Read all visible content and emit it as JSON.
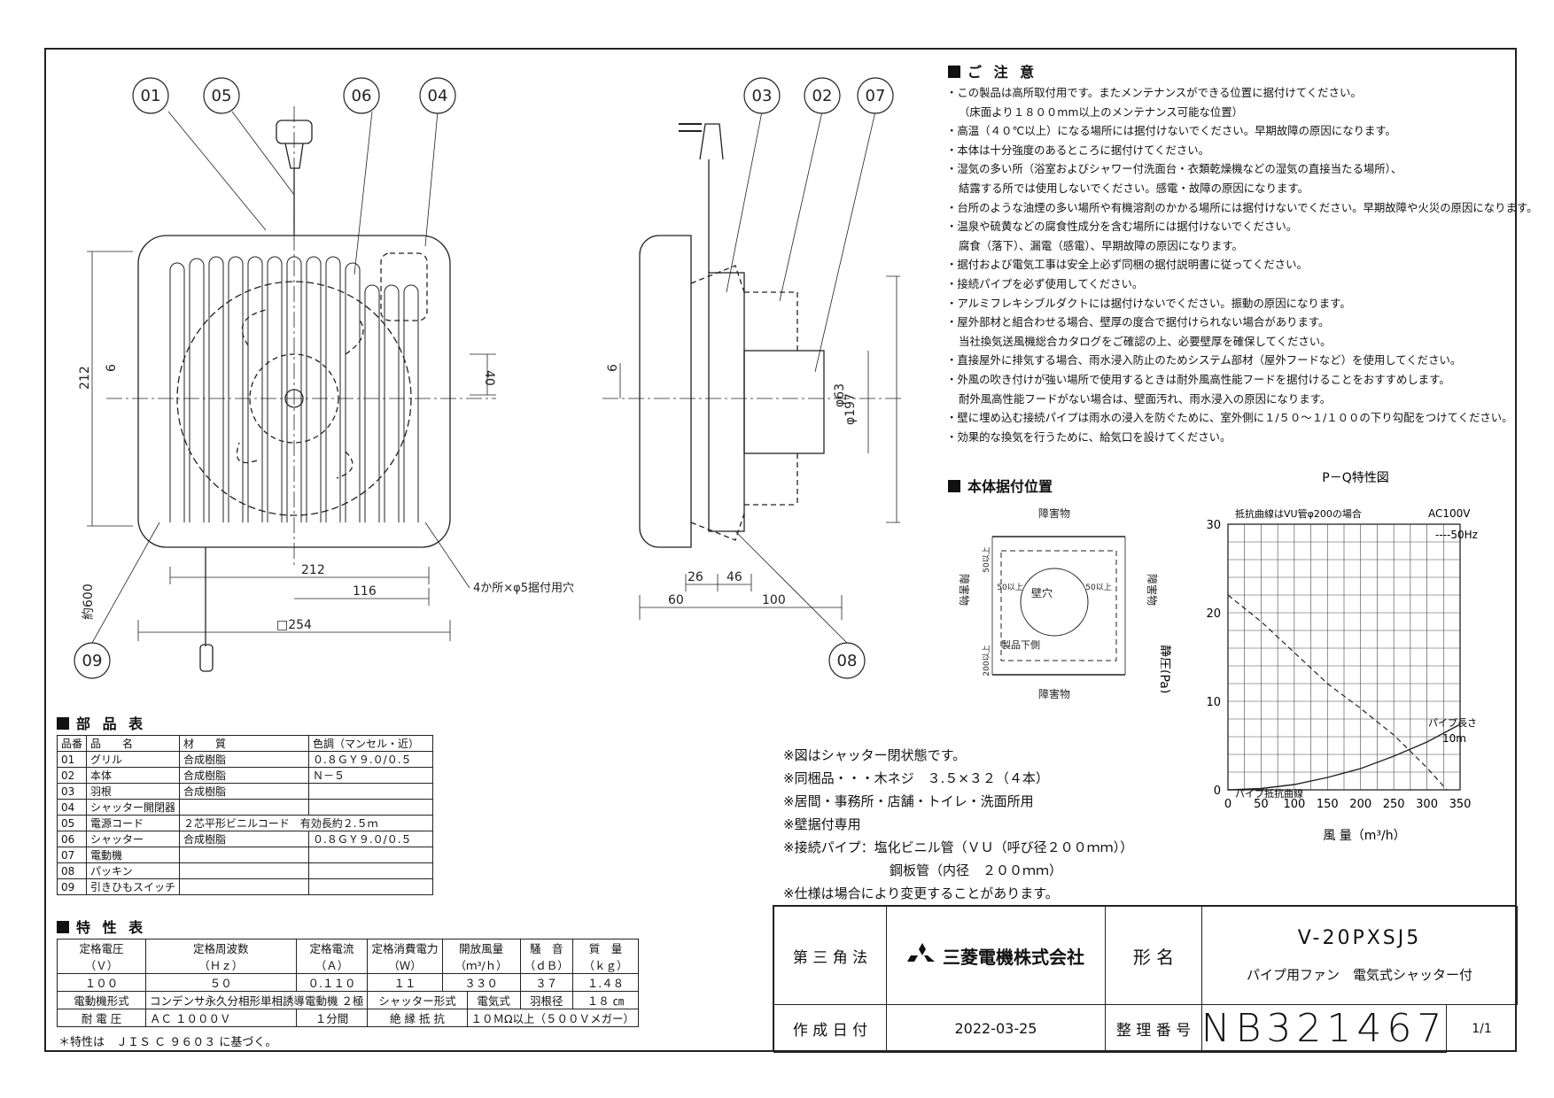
{
  "drawing_front": {
    "callouts": [
      "01",
      "05",
      "06",
      "04",
      "09"
    ],
    "dims": {
      "h212": "212",
      "d6": "6",
      "d40": "40",
      "w212": "212",
      "w116": "116",
      "w254": "□254",
      "cord": "約600",
      "holes": "4か所×φ5据付用穴"
    }
  },
  "drawing_side": {
    "callouts": [
      "03",
      "02",
      "07",
      "08"
    ],
    "dims": {
      "d6": "6",
      "d63": "φ63",
      "d197": "φ197",
      "w26": "26",
      "w46": "46",
      "w60": "60",
      "w100": "100"
    }
  },
  "notes": {
    "title": "ご 注 意",
    "lines": [
      "・この製品は高所取付用です。またメンテナンスができる位置に据付けてください。",
      "（床面より１８００mm以上のメンテナンス可能な位置）",
      "・高温（４０℃以上）になる場所には据付けないでください。早期故障の原因になります。",
      "・本体は十分強度のあるところに据付けてください。",
      "・湿気の多い所（浴室およびシャワー付洗面台・衣類乾燥機などの湿気の直接当たる場所）、",
      "結露する所では使用しないでください。感電・故障の原因になります。",
      "・台所のような油煙の多い場所や有機溶剤のかかる場所には据付けないでください。早期故障や火災の原因になります。",
      "・温泉や硫黄などの腐食性成分を含む場所には据付けないでください。",
      "腐食（落下）、漏電（感電）、早期故障の原因になります。",
      "・据付および電気工事は安全上必ず同梱の据付説明書に従ってください。",
      "・接続パイプを必ず使用してください。",
      "・アルミフレキシブルダクトには据付けないでください。振動の原因になります。",
      "・屋外部材と組合わせる場合、壁厚の度合で据付けられない場合があります。",
      "当社換気送風機総合カタログをご確認の上、必要壁厚を確保してください。",
      "・直接屋外に排気する場合、雨水浸入防止のためシステム部材（屋外フードなど）を使用してください。",
      "・外風の吹き付けが強い場所で使用するときは耐外風高性能フードを据付けることをおすすめします。",
      "耐外風高性能フードがない場合は、壁面汚れ、雨水浸入の原因になります。",
      "・壁に埋め込む接続パイプは雨水の浸入を防ぐために、室外側に１/５０～１/１００の下り勾配をつけてください。",
      "・効果的な換気を行うために、給気口を設けてください。"
    ]
  },
  "install": {
    "title": "本体据付位置",
    "top": "障害物",
    "bottom": "障害物",
    "left": "障害物",
    "right": "障害物",
    "hole": "壁穴",
    "lower_side": "製品下側",
    "d_top": "50以上",
    "d_left": "50以上",
    "d_right": "50以上",
    "d_bottom": "200以上"
  },
  "chart_data": {
    "type": "line",
    "title": "P－Q特性図",
    "xlabel": "風 量（m³/h）",
    "ylabel": "静圧(Pa)",
    "xlim": [
      0,
      350
    ],
    "ylim": [
      0,
      30
    ],
    "xticks": [
      "0",
      "50",
      "100",
      "150",
      "200",
      "250",
      "300",
      "350"
    ],
    "yticks": [
      "0",
      "10",
      "20",
      "30"
    ],
    "annotations": [
      "抵抗曲線はVU管φ200の場合",
      "AC100V",
      "----50Hz",
      "パイプ長さ",
      "10m",
      "パイプ抵抗曲線"
    ],
    "series": [
      {
        "name": "50Hz",
        "x": [
          0,
          50,
          100,
          150,
          200,
          250,
          300,
          330
        ],
        "y": [
          22,
          19,
          15.5,
          12,
          9.2,
          6.2,
          2.5,
          0
        ]
      },
      {
        "name": "パイプ抵抗曲線",
        "x": [
          0,
          50,
          100,
          150,
          200,
          250,
          300,
          350
        ],
        "y": [
          0,
          0.15,
          0.6,
          1.4,
          2.4,
          3.8,
          5.4,
          7.4
        ]
      }
    ]
  },
  "parts": {
    "title": "部 品 表",
    "header": [
      "品番",
      "品　　名",
      "材　　質",
      "色調（マンセル・近）"
    ],
    "rows": [
      [
        "01",
        "グリル",
        "合成樹脂",
        "０.８ＧＹ９.０/０.５"
      ],
      [
        "02",
        "本体",
        "合成樹脂",
        "Ｎ－５"
      ],
      [
        "03",
        "羽根",
        "合成樹脂",
        ""
      ],
      [
        "04",
        "シャッター開閉器",
        "",
        ""
      ],
      [
        "05",
        "電源コード",
        "２芯平形ビニルコード　有効長約２.５ｍ",
        ""
      ],
      [
        "06",
        "シャッター",
        "合成樹脂",
        "０.８ＧＹ９.０/０.５"
      ],
      [
        "07",
        "電動機",
        "",
        ""
      ],
      [
        "08",
        "パッキン",
        "",
        ""
      ],
      [
        "09",
        "引きひもスイッチ",
        "",
        ""
      ]
    ]
  },
  "spec": {
    "title": "特 性 表",
    "headers": [
      [
        "定格電圧",
        "（Ｖ）"
      ],
      [
        "定格周波数",
        "（Ｈｚ）"
      ],
      [
        "定格電流",
        "（Ａ）"
      ],
      [
        "定格消費電力",
        "（Ｗ）"
      ],
      [
        "開放風量",
        "（ｍ³/ｈ）"
      ],
      [
        "騒　音",
        "（ｄＢ）"
      ],
      [
        "質　量",
        "（ｋｇ）"
      ]
    ],
    "values": [
      "１００",
      "５０",
      "０.１１０",
      "１１",
      "３３０",
      "３７",
      "１.４８"
    ],
    "motor_label": "電動機形式",
    "motor": "コンデンサ永久分相形単相誘導電動機 ２極",
    "shutter_label": "シャッター形式",
    "shutter": "電気式",
    "blade_label": "羽根径",
    "blade": "１８ ㎝",
    "withstand_label": "耐 電 圧",
    "withstand": "ＡＣ １０００Ｖ",
    "withstand_time": "１分間",
    "insulation_label": "絶 縁 抵 抗",
    "insulation": "１０ＭΩ以上（５００Ｖメガー）",
    "footnote": "＊特性は　ＪＩＳ Ｃ ９６０３ に基づく。"
  },
  "remarks": [
    "※図はシャッター閉状態です。",
    "※同梱品・・・木ネジ　３.５×３２（４本）",
    "※居間・事務所・店舗・トイレ・洗面所用",
    "※壁据付専用",
    "※接続パイプ：塩化ビニル管（ＶＵ（呼び径２００ｍｍ））",
    "　　　　　　　　鋼板管（内径　２００ｍｍ）",
    "※仕様は場合により変更することがあります。"
  ],
  "title_block": {
    "projection": "第 三 角 法",
    "company": "三菱電機株式会社",
    "model_label": "形 名",
    "model": "V-20PXSJ5",
    "product": "パイプ用ファン　電気式シャッター付",
    "date_label": "作 成 日 付",
    "date": "2022-03-25",
    "doc_label": "整 理 番 号",
    "doc_no": "NB321467",
    "sheet": "1/1"
  }
}
